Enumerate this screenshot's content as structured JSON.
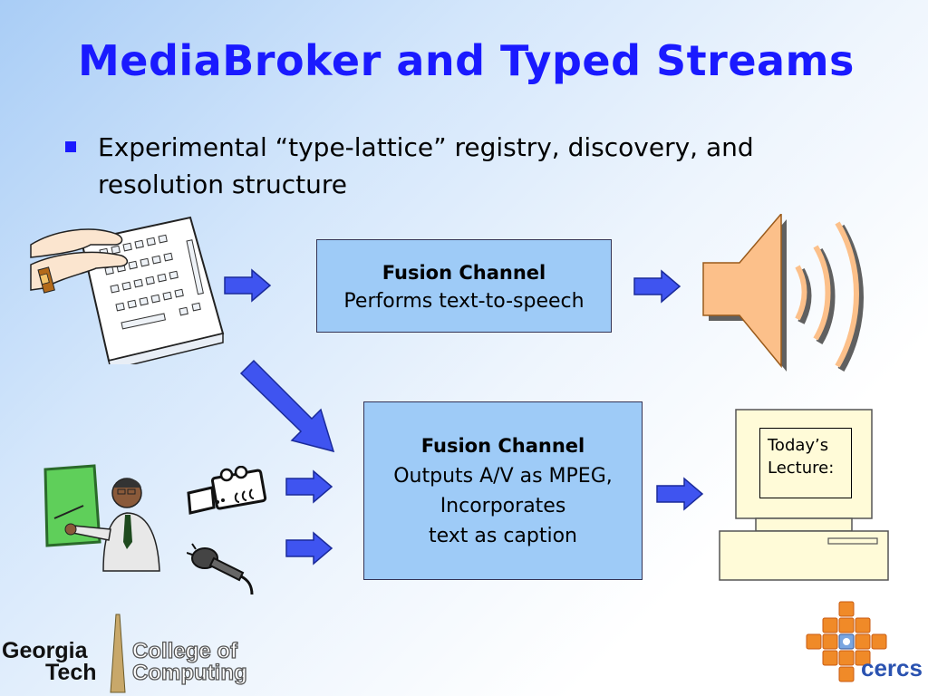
{
  "slide": {
    "title": "MediaBroker and Typed Streams",
    "bullet": "Experimental “type-lattice” registry, discovery, and resolution structure"
  },
  "diagram": {
    "channel_top": {
      "heading": "Fusion Channel",
      "line1": "Performs text-to-speech"
    },
    "channel_bottom": {
      "heading": "Fusion Channel",
      "line1": "Outputs A/V as MPEG,",
      "line2": "Incorporates",
      "line3": "text as caption"
    },
    "monitor_label": "Today’s Lecture:",
    "icons": [
      "keyboard-icon",
      "speaker-icon",
      "presenter-icon",
      "video-camera-icon",
      "microphone-icon",
      "computer-icon"
    ],
    "arrow_color": "#3f54f0"
  },
  "logos": {
    "left_line1": "Georgia",
    "left_line2": "Tech",
    "left_line3": "College of",
    "left_line4": "Computing",
    "right": "cercs"
  },
  "colors": {
    "title": "#1a1aff",
    "box_fill": "#9ecbf7",
    "accent_orange": "#f08a28"
  }
}
